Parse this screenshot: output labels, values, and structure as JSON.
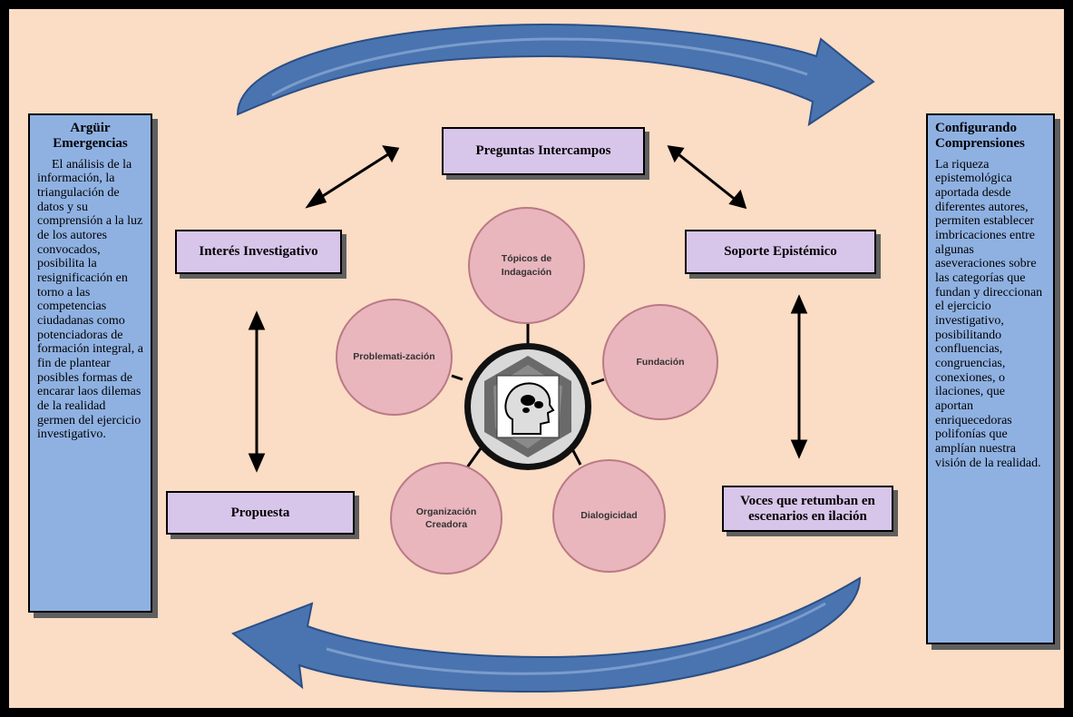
{
  "colors": {
    "background": "#fbdcc4",
    "frame": "#000000",
    "side_box": "#8fb1e2",
    "label_box": "#d8c5ea",
    "circle_fill": "#e9b6bd",
    "circle_border": "#b97a85",
    "arrow_fill": "#4a74b0",
    "arrow_edge": "#2a4f86"
  },
  "left_panel": {
    "title": "Argüir Emergencias",
    "text": "El análisis de la información, la triangulación de datos y su comprensión a la luz de los autores convocados, posibilita la resignificación en torno a las competencias ciudadanas como potenciadoras de formación integral, a fin de plantear posibles formas de encarar laos dilemas de la realidad germen del ejercicio investigativo."
  },
  "right_panel": {
    "title": "Configurando Comprensiones",
    "text": "La riqueza epistemológica aportada desde diferentes autores, permiten establecer imbricaciones entre algunas aseveraciones sobre las categorías que fundan y direccionan el ejercicio investigativo, posibilitando confluencias, congruencias, conexiones, o ilaciones, que aportan enriquecedoras polifonías que amplían nuestra visión de la realidad."
  },
  "labels": {
    "top": "Preguntas Intercampos",
    "left": "Interés Investigativo",
    "right": "Soporte Epistémico",
    "bottom_left": "Propuesta",
    "bottom_right": "Voces que retumban en escenarios en ilación"
  },
  "circles": {
    "top": "Tópicos de Indagación",
    "right": "Fundación",
    "bottom_right": "Dialogicidad",
    "bottom_left": "Organización Creadora",
    "left": "Problemati-zación"
  },
  "center_icon": "head-brain-icon"
}
